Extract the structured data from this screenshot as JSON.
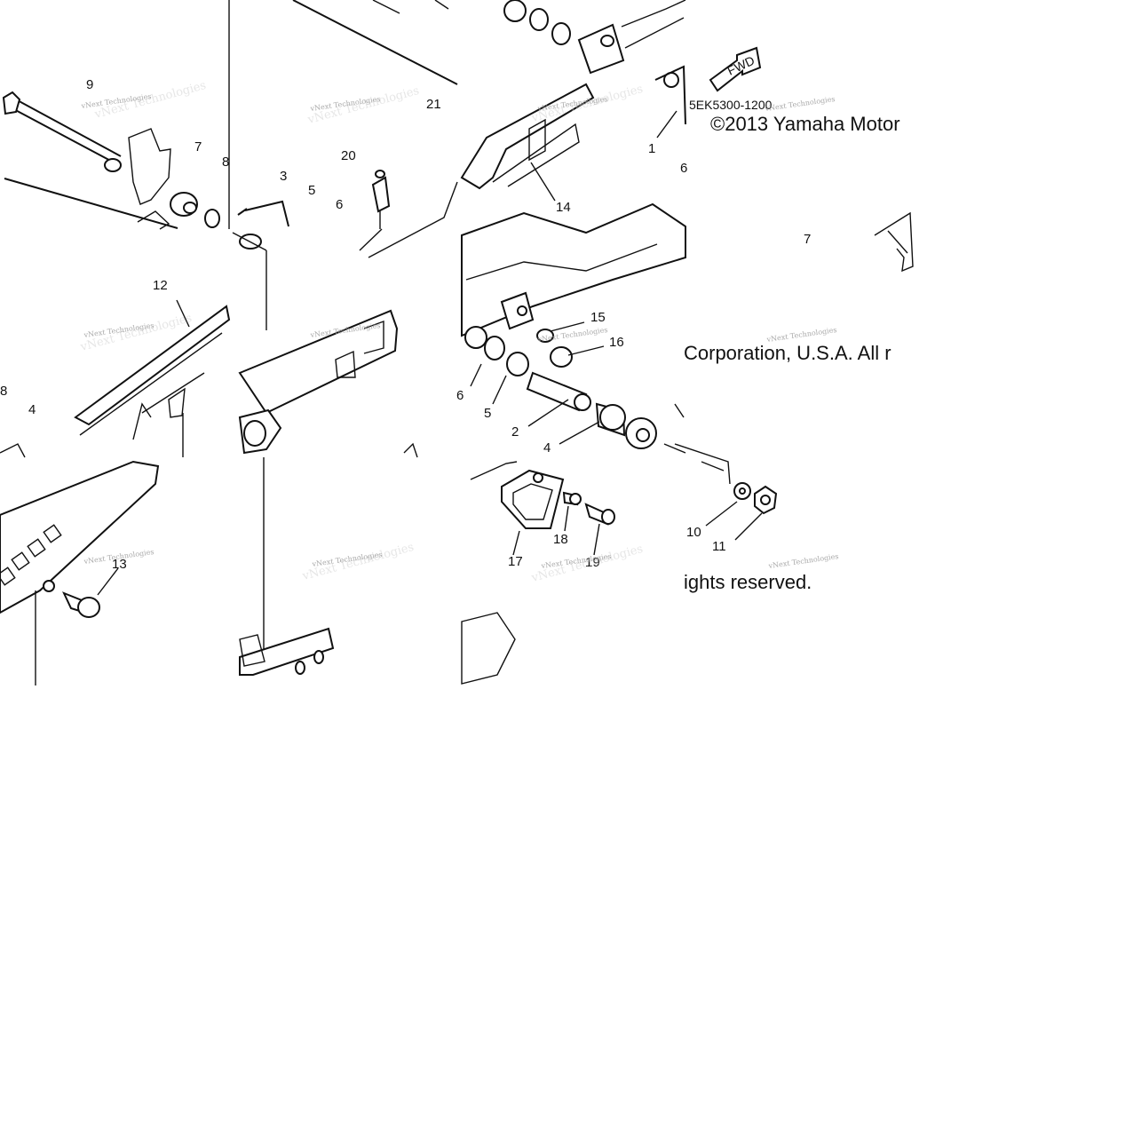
{
  "diagram": {
    "part_code": "5EK5300-1200",
    "forward_marker": "FWD",
    "copyright_line_1": "©2013 Yamaha Motor",
    "copyright_line_2": "Corporation, U.S.A. All r",
    "copyright_line_3": "ights reserved.",
    "watermark_text": "vNext Technologies",
    "callouts": [
      {
        "id": "c9",
        "label": "9"
      },
      {
        "id": "c7",
        "label": "7"
      },
      {
        "id": "c8",
        "label": "8"
      },
      {
        "id": "c3",
        "label": "3"
      },
      {
        "id": "c5",
        "label": "5"
      },
      {
        "id": "c6",
        "label": "6"
      },
      {
        "id": "c20",
        "label": "20"
      },
      {
        "id": "c21",
        "label": "21"
      },
      {
        "id": "c12",
        "label": "12"
      },
      {
        "id": "c8b",
        "label": "8"
      },
      {
        "id": "c4",
        "label": "4"
      },
      {
        "id": "c13",
        "label": "13"
      },
      {
        "id": "c14",
        "label": "14"
      },
      {
        "id": "c1",
        "label": "1"
      },
      {
        "id": "c6b",
        "label": "6"
      },
      {
        "id": "c15",
        "label": "15"
      },
      {
        "id": "c16",
        "label": "16"
      },
      {
        "id": "c6c",
        "label": "6"
      },
      {
        "id": "c5b",
        "label": "5"
      },
      {
        "id": "c2",
        "label": "2"
      },
      {
        "id": "c4b",
        "label": "4"
      },
      {
        "id": "c17",
        "label": "17"
      },
      {
        "id": "c18",
        "label": "18"
      },
      {
        "id": "c19",
        "label": "19"
      },
      {
        "id": "c10",
        "label": "10"
      },
      {
        "id": "c11",
        "label": "11"
      },
      {
        "id": "c7b",
        "label": "7"
      }
    ]
  }
}
